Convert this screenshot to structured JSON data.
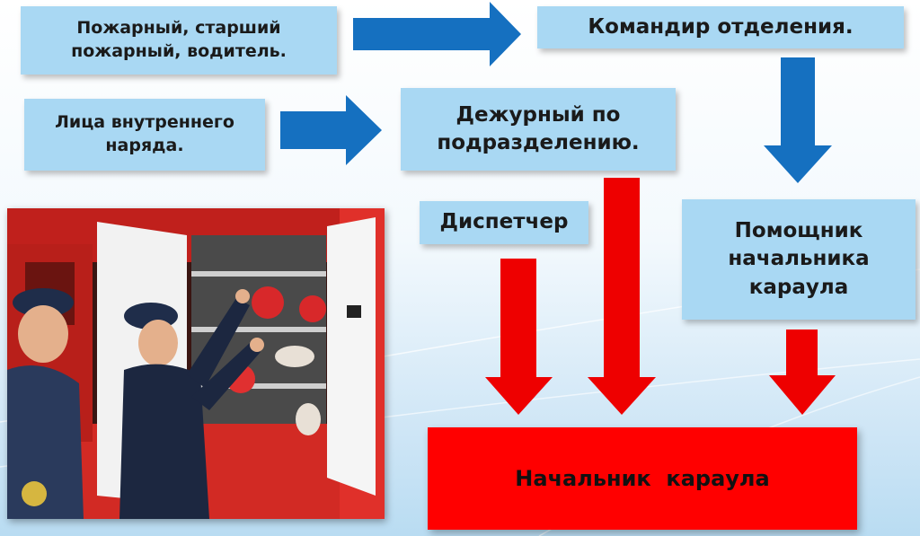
{
  "boxes": {
    "firefighter": "Пожарный, старший\nпожарный, водитель.",
    "internal_guard": "Лица внутреннего\nнаряда.",
    "squad_commander": "Командир отделения.",
    "duty_officer": "Дежурный по\nподразделению.",
    "dispatcher": "Диспетчер",
    "assistant_chief": "Помощник\nначальника\nкараула",
    "guard_chief": "Начальник  караула"
  },
  "colors": {
    "box_fill": "#a9d8f3",
    "chief_fill": "#ff0000",
    "blue_arrow": "#1570c0",
    "red_arrow": "#ee0000"
  },
  "photo": {
    "icon": "firefighters-at-fire-truck-compartment"
  }
}
